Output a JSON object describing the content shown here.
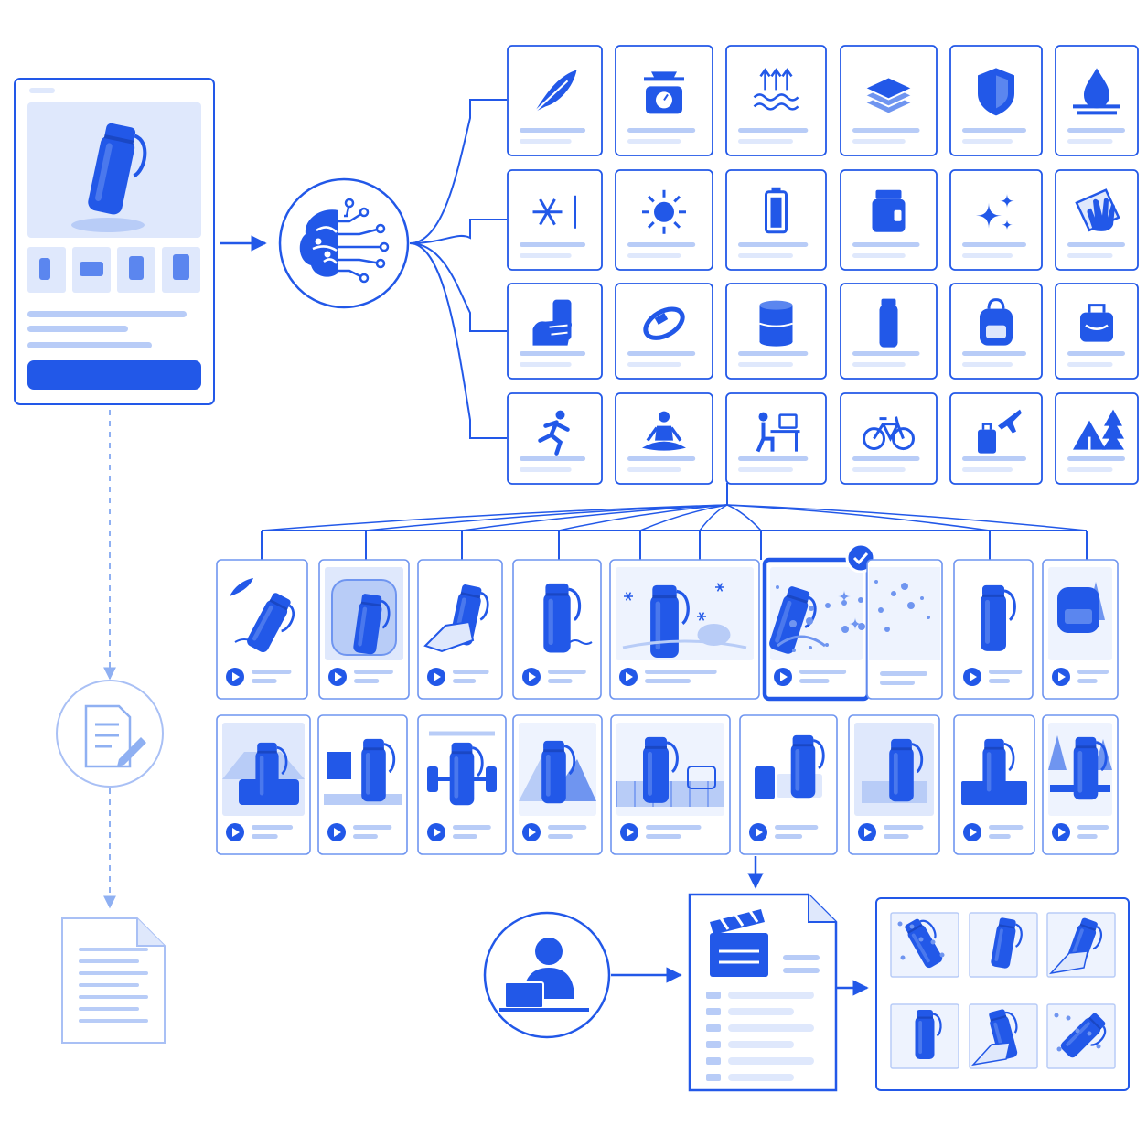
{
  "colors": {
    "primary": "#2258e8",
    "mid": "#6f95f0",
    "light": "#b8ccf7",
    "pale": "#dfe8fc",
    "paper": "#ffffff"
  },
  "product_page": {
    "thumbnails": [
      "bottle-side",
      "bottle-lying",
      "bottle-round",
      "bottle-angle"
    ]
  },
  "ai_node": {
    "icon": "brain-circuit-icon"
  },
  "attribute_grid": {
    "rows": [
      [
        "feather-icon",
        "scale-icon",
        "heat-vapor-icon",
        "layers-icon",
        "shield-icon",
        "water-drop-icon"
      ],
      [
        "snowflake-icon",
        "sun-icon",
        "battery-icon",
        "jar-icon",
        "sparkle-icon",
        "wipe-hand-icon"
      ],
      [
        "hand-grip-icon",
        "strap-icon",
        "canister-icon",
        "tall-bottle-icon",
        "backpack-icon",
        "lunch-bag-icon"
      ],
      [
        "running-icon",
        "meditation-icon",
        "desk-worker-icon",
        "bicycle-icon",
        "travel-icon",
        "camping-icon"
      ]
    ]
  },
  "scene_rows": [
    [
      "feather-scene",
      "backpack-scene",
      "hand-scene",
      "studio-scene",
      "winter-scene",
      "splash-scene",
      "plain-scene",
      "forest-backpack-scene"
    ],
    [
      "car-scene",
      "desk-scene",
      "gym-scene",
      "mountain-scene",
      "picnic-scene",
      "luggage-scene",
      "bedroom-scene",
      "nightstand-scene",
      "outdoor-table-scene"
    ]
  ],
  "selected_scene": "splash-scene",
  "workflow": {
    "prompt_doc": "document-edit-icon",
    "output_doc": "document-icon",
    "operator": "person-laptop-icon",
    "storyboard": "clapperboard-icon",
    "final_frames": [
      "splash-frame",
      "hero-frame",
      "hand-frame",
      "standing-frame",
      "grip-frame",
      "pour-frame"
    ]
  }
}
